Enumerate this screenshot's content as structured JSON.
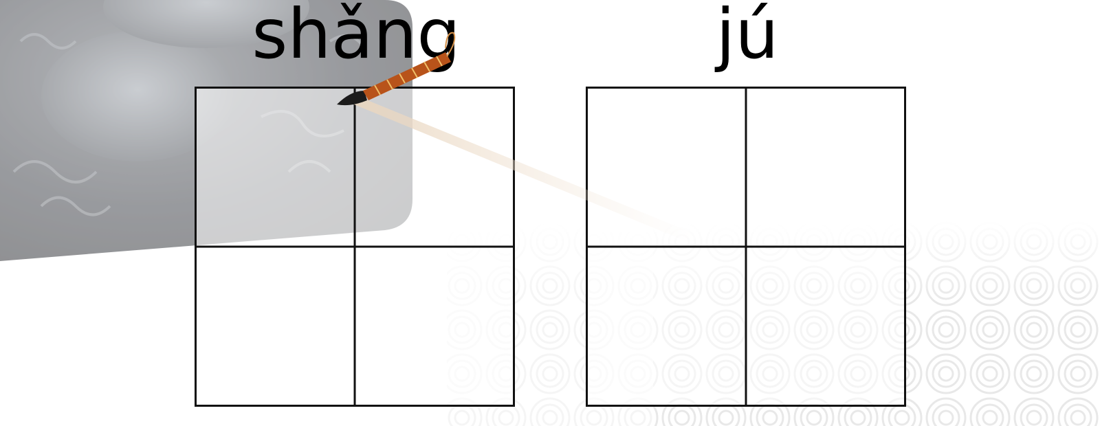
{
  "cards": [
    {
      "pinyin": "shǎng"
    },
    {
      "pinyin": "jú"
    }
  ],
  "icons": {
    "background": "inkstone-with-cloud-pattern",
    "decoration": "calligraphy-brush-icon"
  },
  "colors": {
    "grid_line": "#111111",
    "text": "#000000",
    "background": "#ffffff",
    "inkstone": "#3b3e44",
    "cloud_pattern": "#d9d9d9",
    "brush_handle": "#b8531a"
  }
}
